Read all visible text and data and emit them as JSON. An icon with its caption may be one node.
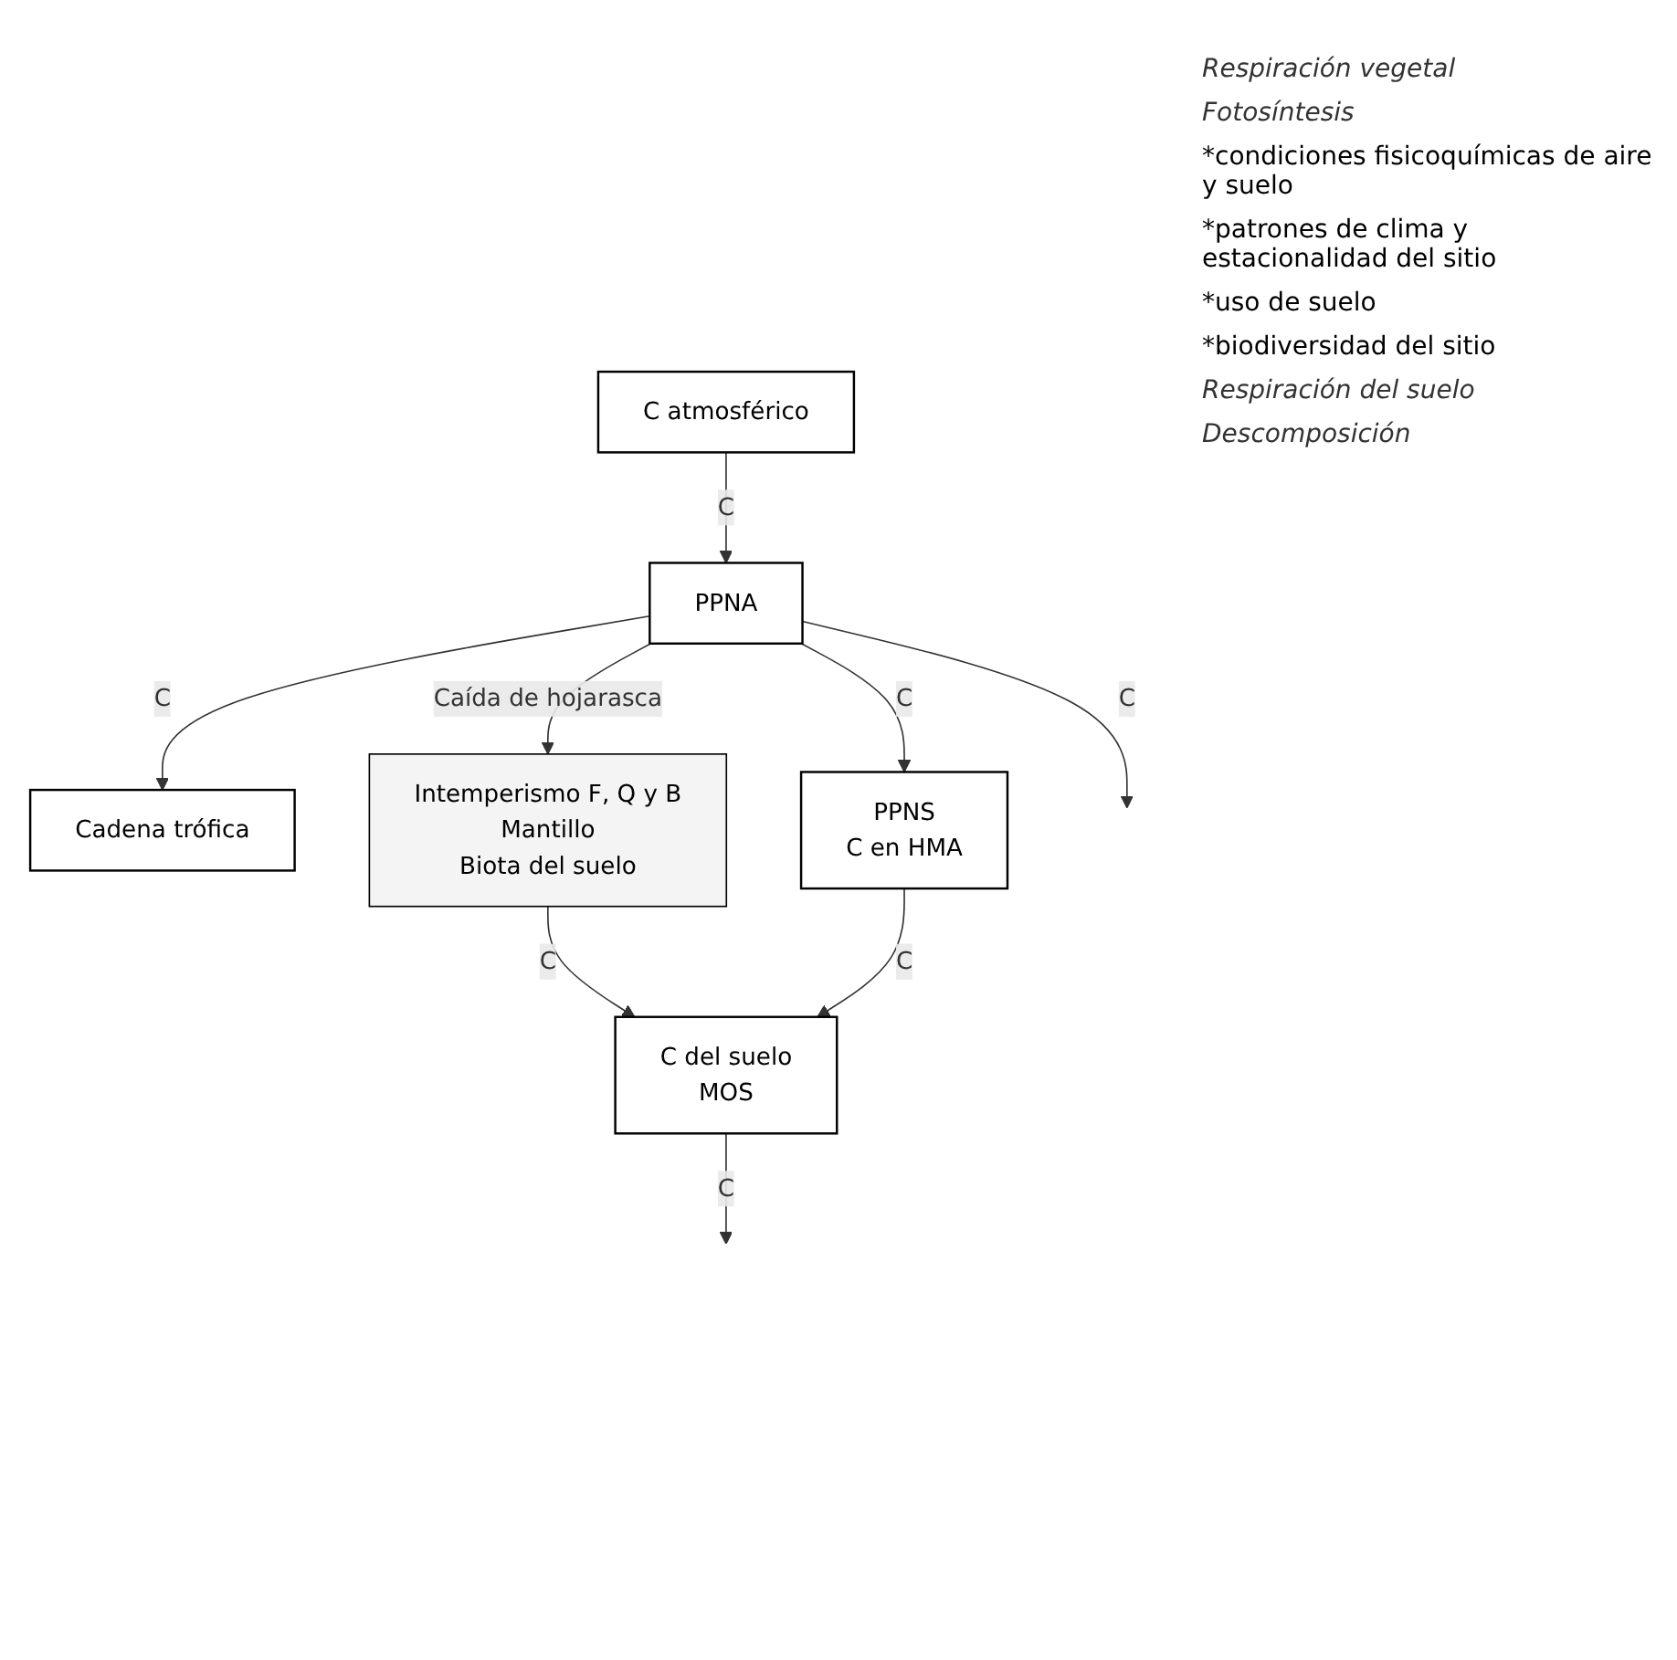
{
  "diagram": {
    "nodes": [
      {
        "text": [
          "C atmosférico"
        ]
      },
      {
        "text": [
          "PPNA"
        ]
      },
      {
        "text": [
          "Cadena trófica"
        ]
      },
      {
        "text": [
          "Intemperismo F, Q y B",
          "Mantillo",
          "Biota del suelo"
        ]
      },
      {
        "text": [
          "PPNS",
          "C en HMA"
        ]
      },
      {
        "text": [
          "C del suelo",
          "MOS"
        ]
      }
    ],
    "edges": [
      {
        "from": 0,
        "to": 1,
        "arrow": "to",
        "label": "C"
      },
      {
        "from": 1,
        "to": null,
        "arrow": "to",
        "label": "C"
      },
      {
        "from": 1,
        "to": 2,
        "arrow": "to",
        "label": "C"
      },
      {
        "from": 1,
        "to": 3,
        "arrow": "to",
        "label": "Caída de hojarasca"
      },
      {
        "from": 1,
        "to": 4,
        "arrow": "to",
        "label": "C"
      },
      {
        "from": 3,
        "to": 5,
        "arrow": "to",
        "label": "C"
      },
      {
        "from": 4,
        "to": 5,
        "arrow": "to",
        "label": "C"
      },
      {
        "from": 5,
        "to": null,
        "arrow": "to",
        "label": "C"
      }
    ],
    "labels": [
      "Respiración vegetal",
      "Fotosíntesis",
      "*condiciones fisicoquímicas de aire y suelo",
      "*patrones de clima y estacionalidad del sitio",
      "*uso de suelo",
      "*biodiversidad del sitio",
      "Respiración del suelo",
      "Descomposición"
    ]
  }
}
